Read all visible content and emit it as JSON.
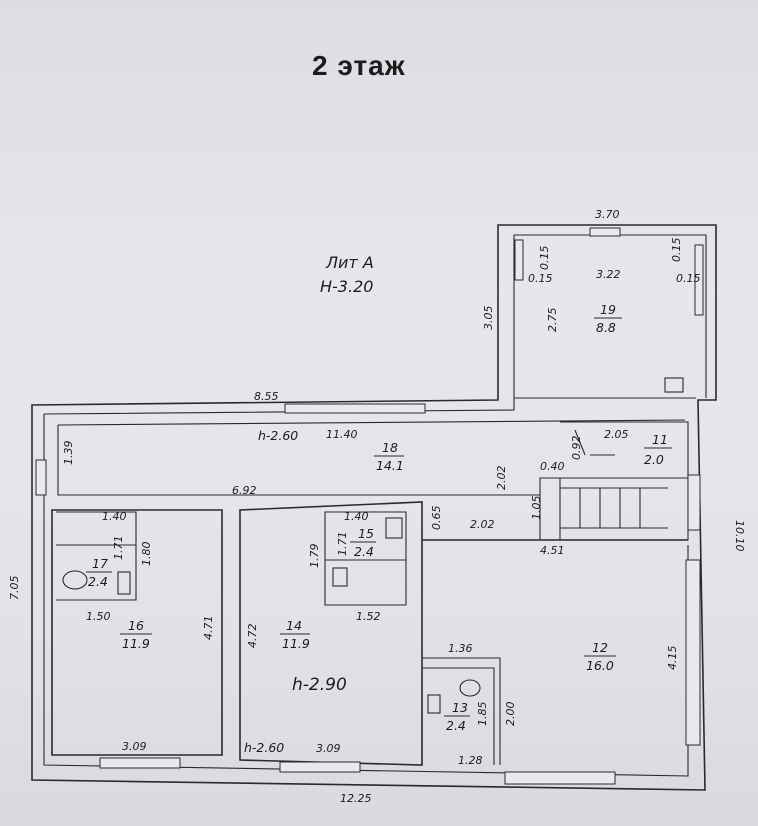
{
  "title": "2 этаж",
  "liter": {
    "line1": "Лит А",
    "line2": "Н-3.20"
  },
  "overall": {
    "width": "12.25",
    "height": "7.05",
    "top": "8.55",
    "left_top": "1.39",
    "right": "10.10"
  },
  "heights": {
    "corridor": "h-2.60",
    "room14": "h-2.90",
    "bottom": "h-2.60"
  },
  "rooms": [
    {
      "id": "room-19",
      "num": "19",
      "area": "8.8",
      "dims": [
        "3.70",
        "3.22",
        "3.05",
        "2.75",
        "0.15",
        "0.15",
        "0.15",
        "0.15"
      ]
    },
    {
      "id": "room-18",
      "num": "18",
      "area": "14.1",
      "dims": [
        "11.40",
        "2.02",
        "0.65",
        "6.92"
      ]
    },
    {
      "id": "room-11",
      "num": "11",
      "area": "2.0",
      "dims": [
        "2.05",
        "0.92",
        "0.40",
        "1.05"
      ]
    },
    {
      "id": "room-17",
      "num": "17",
      "area": "2.4",
      "dims": [
        "1.40",
        "1.71",
        "1.80",
        "1.50"
      ]
    },
    {
      "id": "room-16",
      "num": "16",
      "area": "11.9",
      "dims": [
        "4.71",
        "3.09"
      ]
    },
    {
      "id": "room-15",
      "num": "15",
      "area": "2.4",
      "dims": [
        "1.40",
        "1.79",
        "1.71",
        "1.52"
      ]
    },
    {
      "id": "room-14",
      "num": "14",
      "area": "11.9",
      "dims": [
        "4.72",
        "3.09"
      ]
    },
    {
      "id": "room-12",
      "num": "12",
      "area": "16.0",
      "dims": [
        "2.02",
        "4.51",
        "4.15"
      ]
    },
    {
      "id": "room-13",
      "num": "13",
      "area": "2.4",
      "dims": [
        "1.36",
        "2.00",
        "1.85",
        "1.28"
      ]
    }
  ]
}
